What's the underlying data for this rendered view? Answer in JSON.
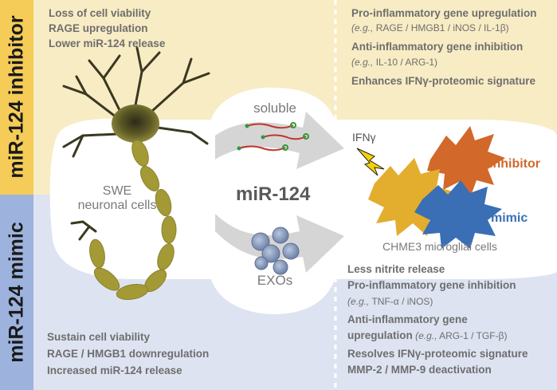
{
  "side_labels": {
    "top": "miR-124 inhibitor",
    "bottom": "miR-124 mimic"
  },
  "left_top": [
    "Loss of cell viability",
    "RAGE upregulation",
    "Lower miR-124 release"
  ],
  "left_bottom": [
    "Sustain cell viability",
    "RAGE / HMGB1 downregulation",
    "Increased miR-124 release"
  ],
  "neuron_label": [
    "SWE",
    "neuronal cells"
  ],
  "center": {
    "soluble": "soluble",
    "title": "miR-124",
    "exos": "EXOs"
  },
  "microglia": {
    "ifn": "IFNγ",
    "inhibitor": "inhibitor",
    "mimic": "mimic",
    "cells": "CHME3 microglial cells"
  },
  "right_top": {
    "l1": "Pro-inflammatory gene upregulation",
    "l2_eg": "(e.g.,",
    "l2_rest": " RAGE / HMGB1 / iNOS / IL-1β)",
    "l3": "Anti-inflammatory gene inhibition",
    "l4_eg": "(e.g.,",
    "l4_rest": " IL-10 / ARG-1)",
    "l5": "Enhances IFNγ-proteomic signature"
  },
  "right_bottom": {
    "l1": "Less nitrite release",
    "l2": "Pro-inflammatory gene inhibition",
    "l3_eg": "(e.g.,",
    "l3_rest": " TNF-α / iNOS)",
    "l4": "Anti-inflammatory gene",
    "l5": "upregulation",
    "l5_eg": " (e.g.,",
    "l5_rest": " ARG-1 / TGF-β)",
    "l6": "Resolves IFNγ-proteomic signature",
    "l7": "MMP-2 / MMP-9 deactivation"
  },
  "colors": {
    "top_band": "#f8ecc4",
    "top_side": "#f5cc57",
    "bottom_band": "#dde3f1",
    "bottom_side": "#9db3dd",
    "neuron": "#a39a35",
    "inhibitor": "#d2682a",
    "mimic": "#3a6fb5",
    "microglia_yellow": "#e3ad2e"
  }
}
